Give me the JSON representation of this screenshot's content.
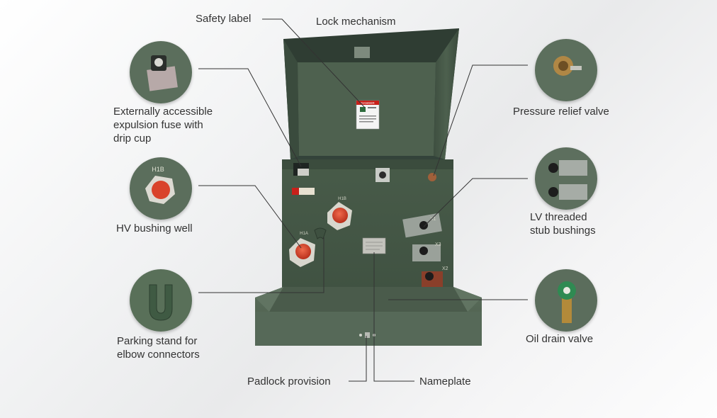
{
  "labels": {
    "safety_label": "Safety label",
    "lock_mechanism": "Lock mechanism",
    "expulsion_fuse": "Externally accessible\nexpulsion fuse with\ndrip cup",
    "pressure_relief": "Pressure relief valve",
    "hv_bushing": "HV bushing well",
    "lv_bushings": "LV threaded\nstub bushings",
    "parking_stand": "Parking stand for\nelbow connectors",
    "oil_drain": "Oil drain valve",
    "padlock": "Padlock provision",
    "nameplate": "Nameplate"
  },
  "equipment_markings": {
    "danger_sign": "DANGER",
    "h1b": "H1B",
    "h1a": "H1A",
    "x1": "X1",
    "x3": "X3",
    "x2": "X2"
  },
  "colors": {
    "tank_green": "#4b5e4c",
    "tank_dark": "#3a4b3c",
    "bushing_red": "#d9432b",
    "label_text": "#333333",
    "leader_line": "#333333"
  }
}
